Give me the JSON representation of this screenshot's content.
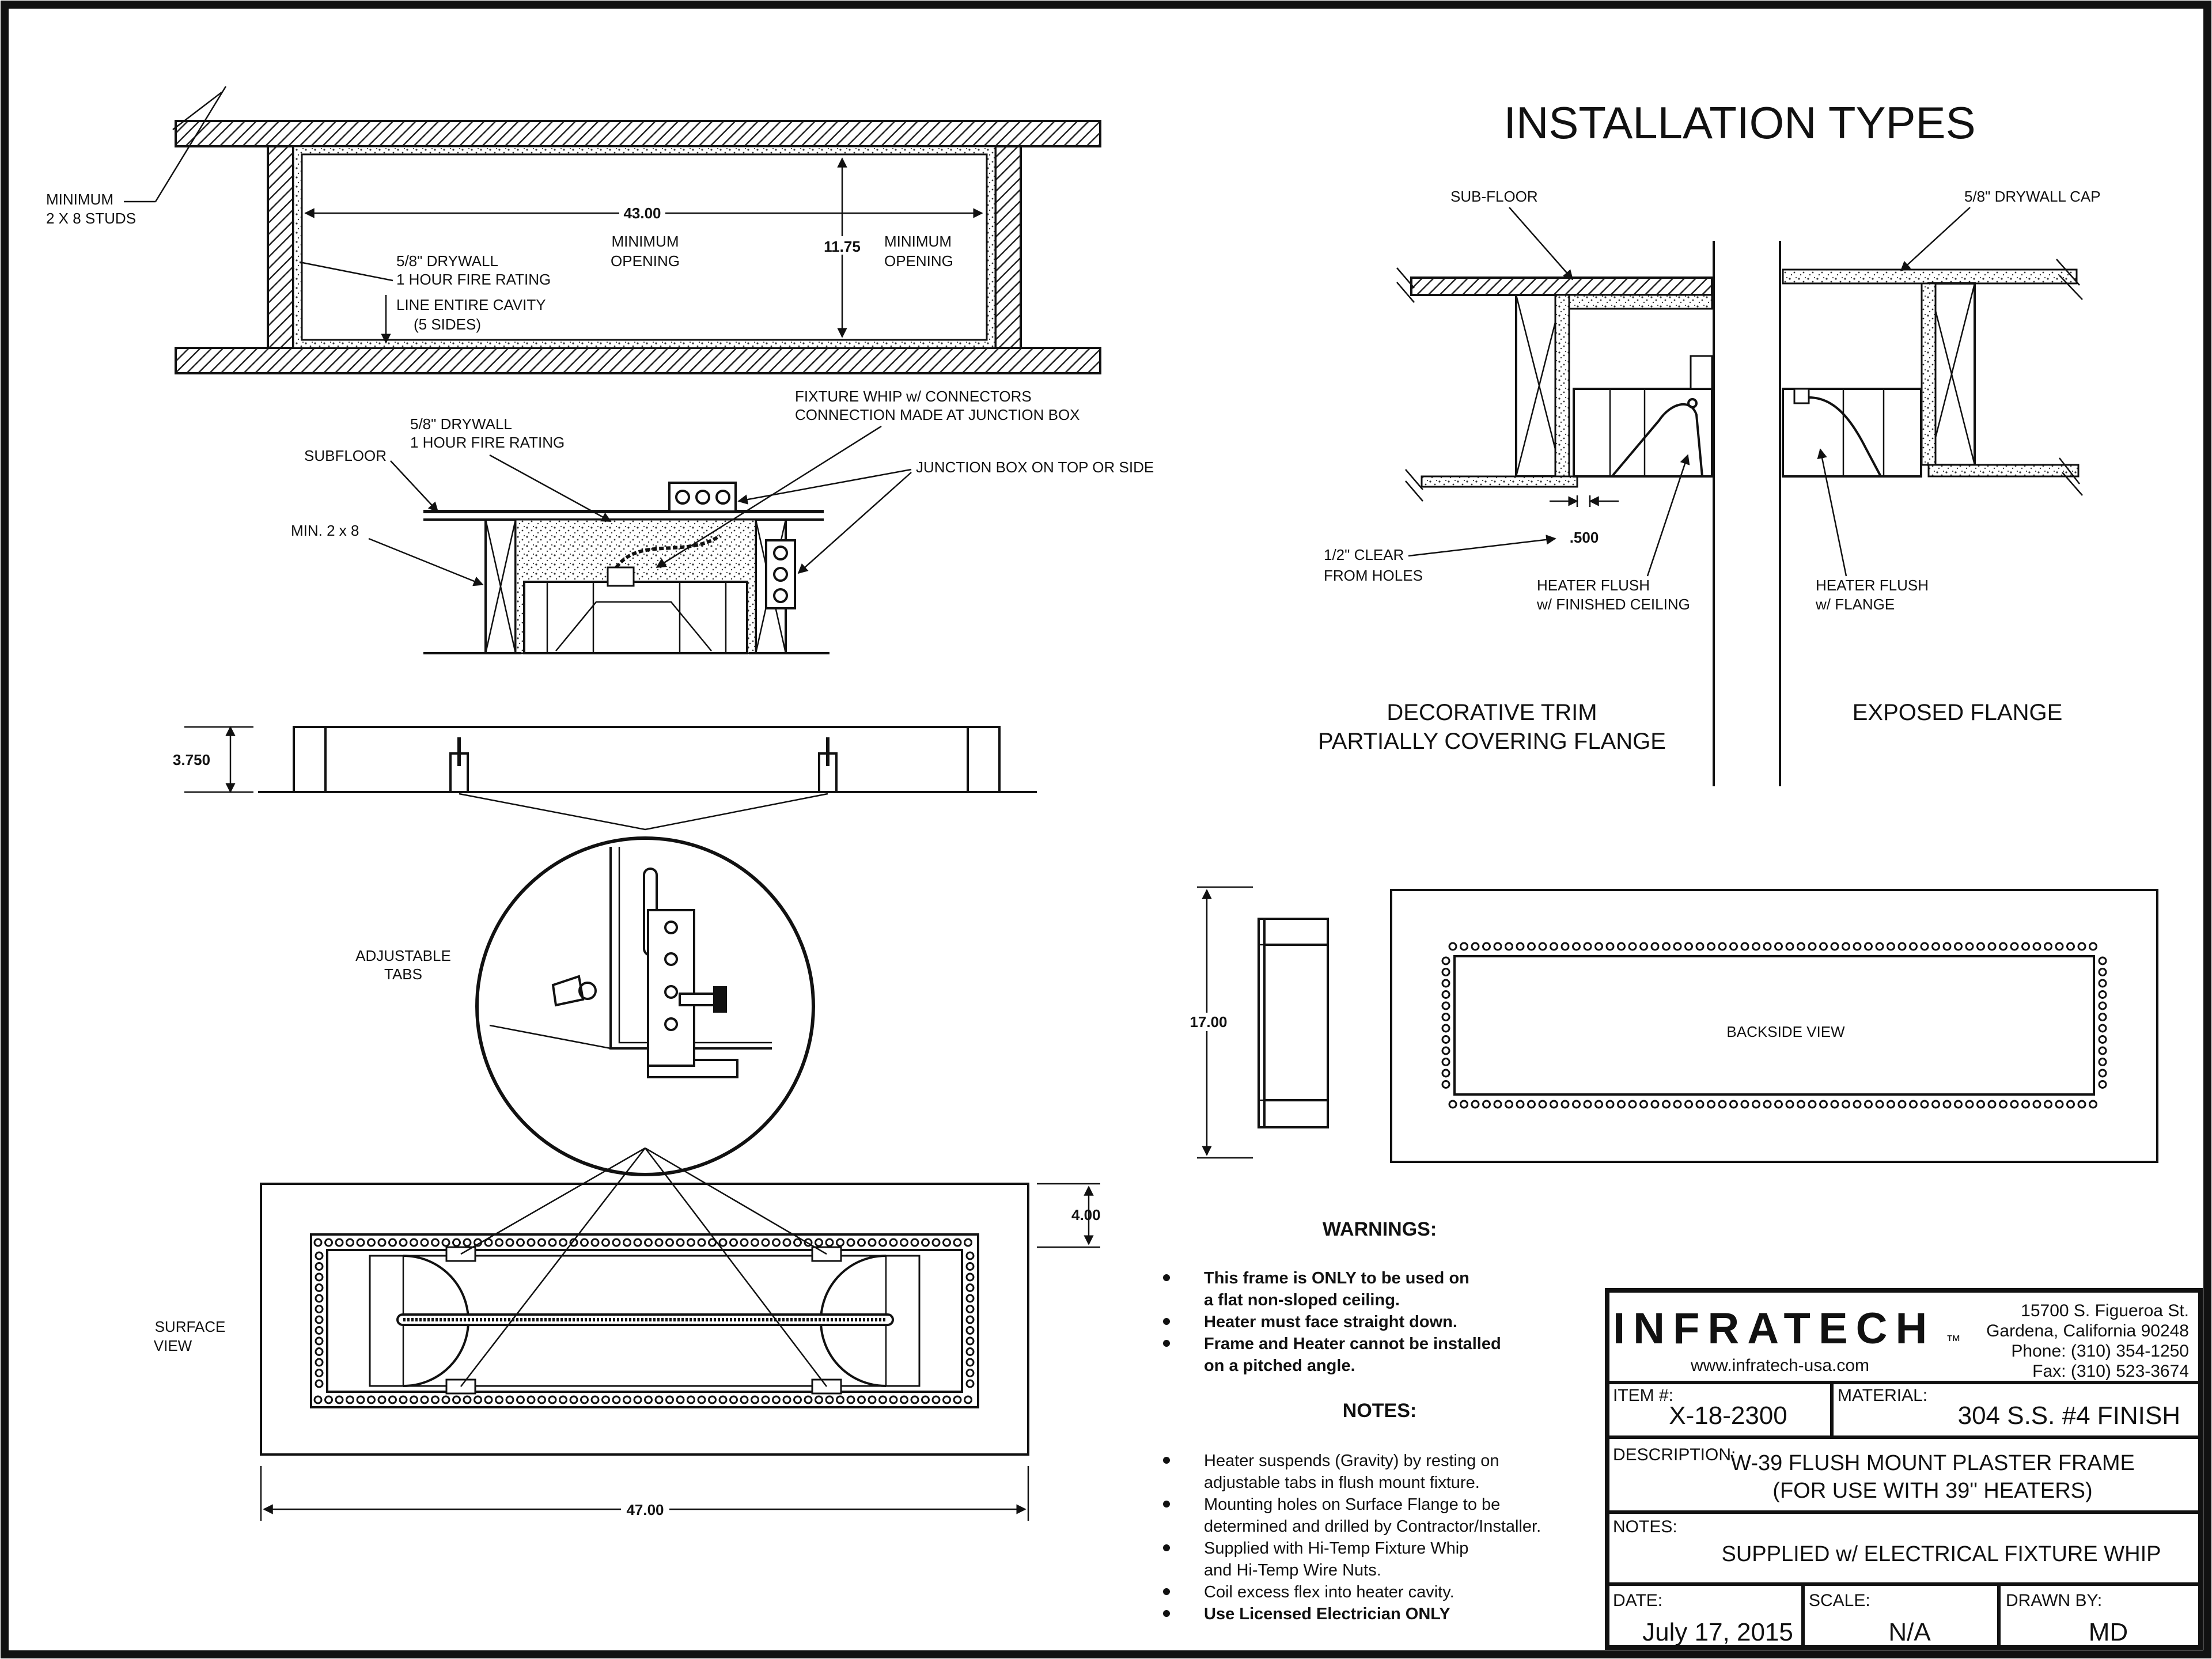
{
  "title": "INSTALLATION TYPES",
  "cavity": {
    "studs_label_1": "MINIMUM",
    "studs_label_2": "2 X 8 STUDS",
    "width_dim": "43.00",
    "min_opening_1a": "MINIMUM",
    "min_opening_1b": "OPENING",
    "height_dim": "11.75",
    "min_opening_2a": "MINIMUM",
    "min_opening_2b": "OPENING",
    "drywall_1": "5/8\" DRYWALL",
    "drywall_2": "1 HOUR FIRE RATING",
    "line_cavity_1": "LINE ENTIRE CAVITY",
    "line_cavity_2": "(5 SIDES)"
  },
  "section": {
    "drywall_1": "5/8\" DRYWALL",
    "drywall_2": "1 HOUR FIRE RATING",
    "subfloor": "SUBFLOOR",
    "min_studs": "MIN. 2 x 8",
    "whip_1": "FIXTURE WHIP w/ CONNECTORS",
    "whip_2": "CONNECTION MADE AT JUNCTION BOX",
    "junction": "JUNCTION BOX ON TOP OR SIDE"
  },
  "side_view": {
    "height_dim": "3.750",
    "tabs_1": "ADJUSTABLE",
    "tabs_2": "TABS"
  },
  "surface": {
    "label_1": "SURFACE",
    "label_2": "VIEW",
    "width_dim": "47.00",
    "flange_dim": "4.00"
  },
  "install_types": {
    "sub_floor": "SUB-FLOOR",
    "drywall_cap": "5/8\" DRYWALL CAP",
    "clear_1": "1/2\" CLEAR",
    "clear_2": "FROM HOLES",
    "clear_dim": ".500",
    "flush_ceiling_1": "HEATER FLUSH",
    "flush_ceiling_2": "w/ FINISHED CEILING",
    "flush_flange_1": "HEATER FLUSH",
    "flush_flange_2": "w/ FLANGE",
    "caption_left_1": "DECORATIVE TRIM",
    "caption_left_2": "PARTIALLY COVERING FLANGE",
    "caption_right": "EXPOSED FLANGE"
  },
  "backside": {
    "height_dim": "17.00",
    "label": "BACKSIDE VIEW"
  },
  "warnings": {
    "heading": "WARNINGS:",
    "items": [
      [
        "This frame is ONLY to be used on",
        "a flat non-sloped ceiling."
      ],
      [
        "Heater must face straight down."
      ],
      [
        "Frame and Heater cannot be installed",
        "on a pitched angle."
      ]
    ]
  },
  "notes": {
    "heading": "NOTES:",
    "items": [
      [
        "Heater suspends (Gravity) by resting on",
        "adjustable tabs in flush mount fixture."
      ],
      [
        "Mounting holes on Surface Flange to be",
        "determined and drilled by Contractor/Installer."
      ],
      [
        "Supplied with Hi-Temp Fixture Whip",
        "and Hi-Temp Wire Nuts."
      ],
      [
        "Coil excess flex into heater cavity."
      ],
      [
        "Use Licensed Electrician ONLY"
      ]
    ]
  },
  "title_block": {
    "brand": "INFRATECH",
    "tm": "™",
    "website": "www.infratech-usa.com",
    "address_1": "15700 S. Figueroa St.",
    "address_2": "Gardena, California 90248",
    "phone": "Phone: (310) 354-1250",
    "fax": "Fax: (310) 523-3674",
    "item_label": "ITEM #:",
    "item_value": "X-18-2300",
    "material_label": "MATERIAL:",
    "material_value": "304 S.S. #4 FINISH",
    "description_label": "DESCRIPTION:",
    "description_1": "W-39 FLUSH MOUNT PLASTER FRAME",
    "description_2": "(FOR USE WITH 39\" HEATERS)",
    "notes_label": "NOTES:",
    "notes_value": "SUPPLIED w/ ELECTRICAL FIXTURE WHIP",
    "date_label": "DATE:",
    "date_value": "July 17, 2015",
    "scale_label": "SCALE:",
    "scale_value": "N/A",
    "drawn_label": "DRAWN BY:",
    "drawn_value": "MD"
  }
}
